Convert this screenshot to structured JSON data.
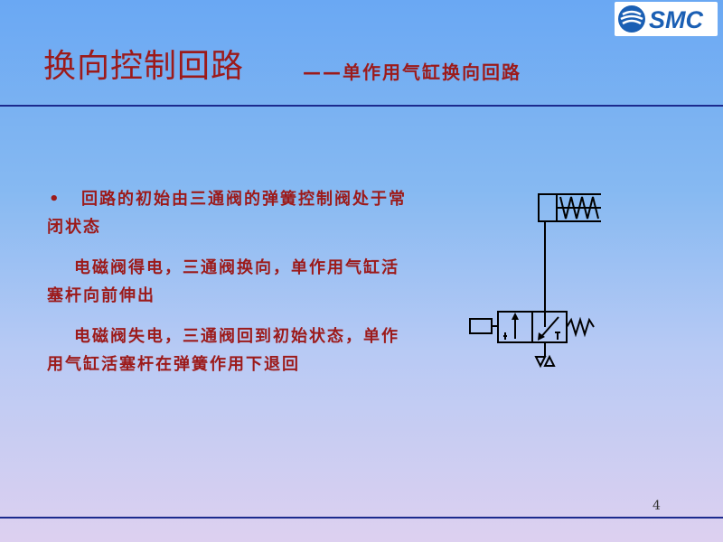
{
  "logo": {
    "text": "SMC"
  },
  "header": {
    "title": "换向控制回路",
    "subtitle": "——单作用气缸换向回路"
  },
  "body": {
    "bullet": "•",
    "paragraphs": [
      "回路的初始由三通阀的弹簧控制阀处于常闭状态",
      "电磁阀得电，三通阀换向，单作用气缸活塞杆向前伸出",
      "电磁阀失电，三通阀回到初始状态，单作用气缸活塞杆在弹簧作用下退回"
    ]
  },
  "footer": {
    "page_number": "4"
  },
  "colors": {
    "title": "#9c1a1a",
    "rule": "#1c2a8e",
    "logo_blue": "#1a5fb4"
  }
}
